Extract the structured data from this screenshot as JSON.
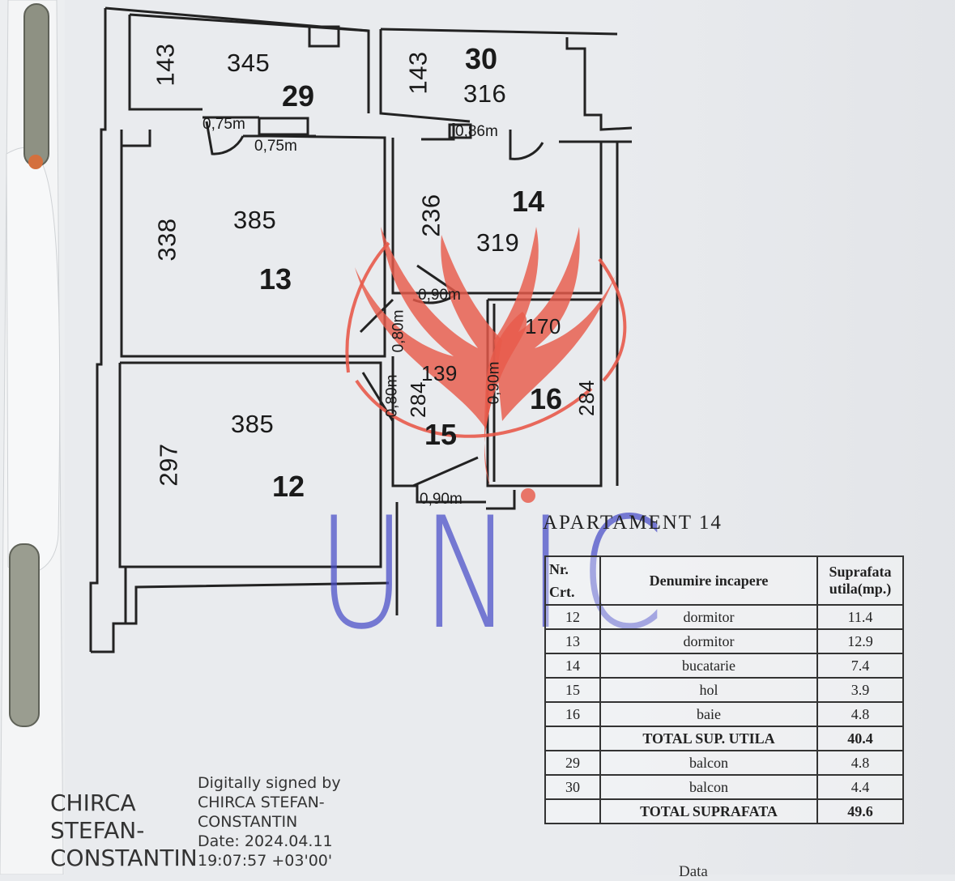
{
  "plan": {
    "rooms": [
      {
        "number": "29",
        "width": "345",
        "depth": "143"
      },
      {
        "number": "30",
        "width": "316",
        "depth": "143"
      },
      {
        "number": "13",
        "width": "385",
        "depth": "338"
      },
      {
        "number": "14",
        "width": "319",
        "depth": "236"
      },
      {
        "number": "12",
        "width": "385",
        "depth": "297"
      },
      {
        "number": "15",
        "width": "139",
        "depth": "284"
      },
      {
        "number": "16",
        "width": "170",
        "depth": "284"
      }
    ],
    "doors": [
      "0,75m",
      "0,75m",
      "0,86m",
      "0,90m",
      "0,80m",
      "0,80m",
      "0,90m",
      "0,90m"
    ]
  },
  "watermark": {
    "brand": "UNIC",
    "logo": "phoenix-logo",
    "color": "#e85a4a",
    "text_color": "#4a4fc8"
  },
  "table": {
    "title": "APARTAMENT  14",
    "headers": {
      "nr_line1": "Nr.",
      "nr_line2": "Crt.",
      "name": "Denumire incapere",
      "area_line1": "Suprafata",
      "area_line2": "utila(mp.)"
    },
    "rows": [
      {
        "nr": "12",
        "name": "dormitor",
        "area": "11.4"
      },
      {
        "nr": "13",
        "name": "dormitor",
        "area": "12.9"
      },
      {
        "nr": "14",
        "name": "bucatarie",
        "area": "7.4"
      },
      {
        "nr": "15",
        "name": "hol",
        "area": "3.9"
      },
      {
        "nr": "16",
        "name": "baie",
        "area": "4.8"
      }
    ],
    "subtotal": {
      "label": "TOTAL SUP. UTILA",
      "area": "40.4"
    },
    "rows2": [
      {
        "nr": "29",
        "name": "balcon",
        "area": "4.8"
      },
      {
        "nr": "30",
        "name": "balcon",
        "area": "4.4"
      }
    ],
    "total": {
      "label": "TOTAL SUPRAFATA",
      "area": "49.6"
    }
  },
  "signature": {
    "name_line1": "CHIRCA",
    "name_line2": "STEFAN-",
    "name_line3": "CONSTANTIN",
    "signed_line1": "Digitally signed by",
    "signed_line2": "CHIRCA STEFAN-",
    "signed_line3": "CONSTANTIN",
    "signed_line4": "Date: 2024.04.11",
    "signed_line5": "19:07:57 +03'00'"
  },
  "footer_cut_text": "Data"
}
